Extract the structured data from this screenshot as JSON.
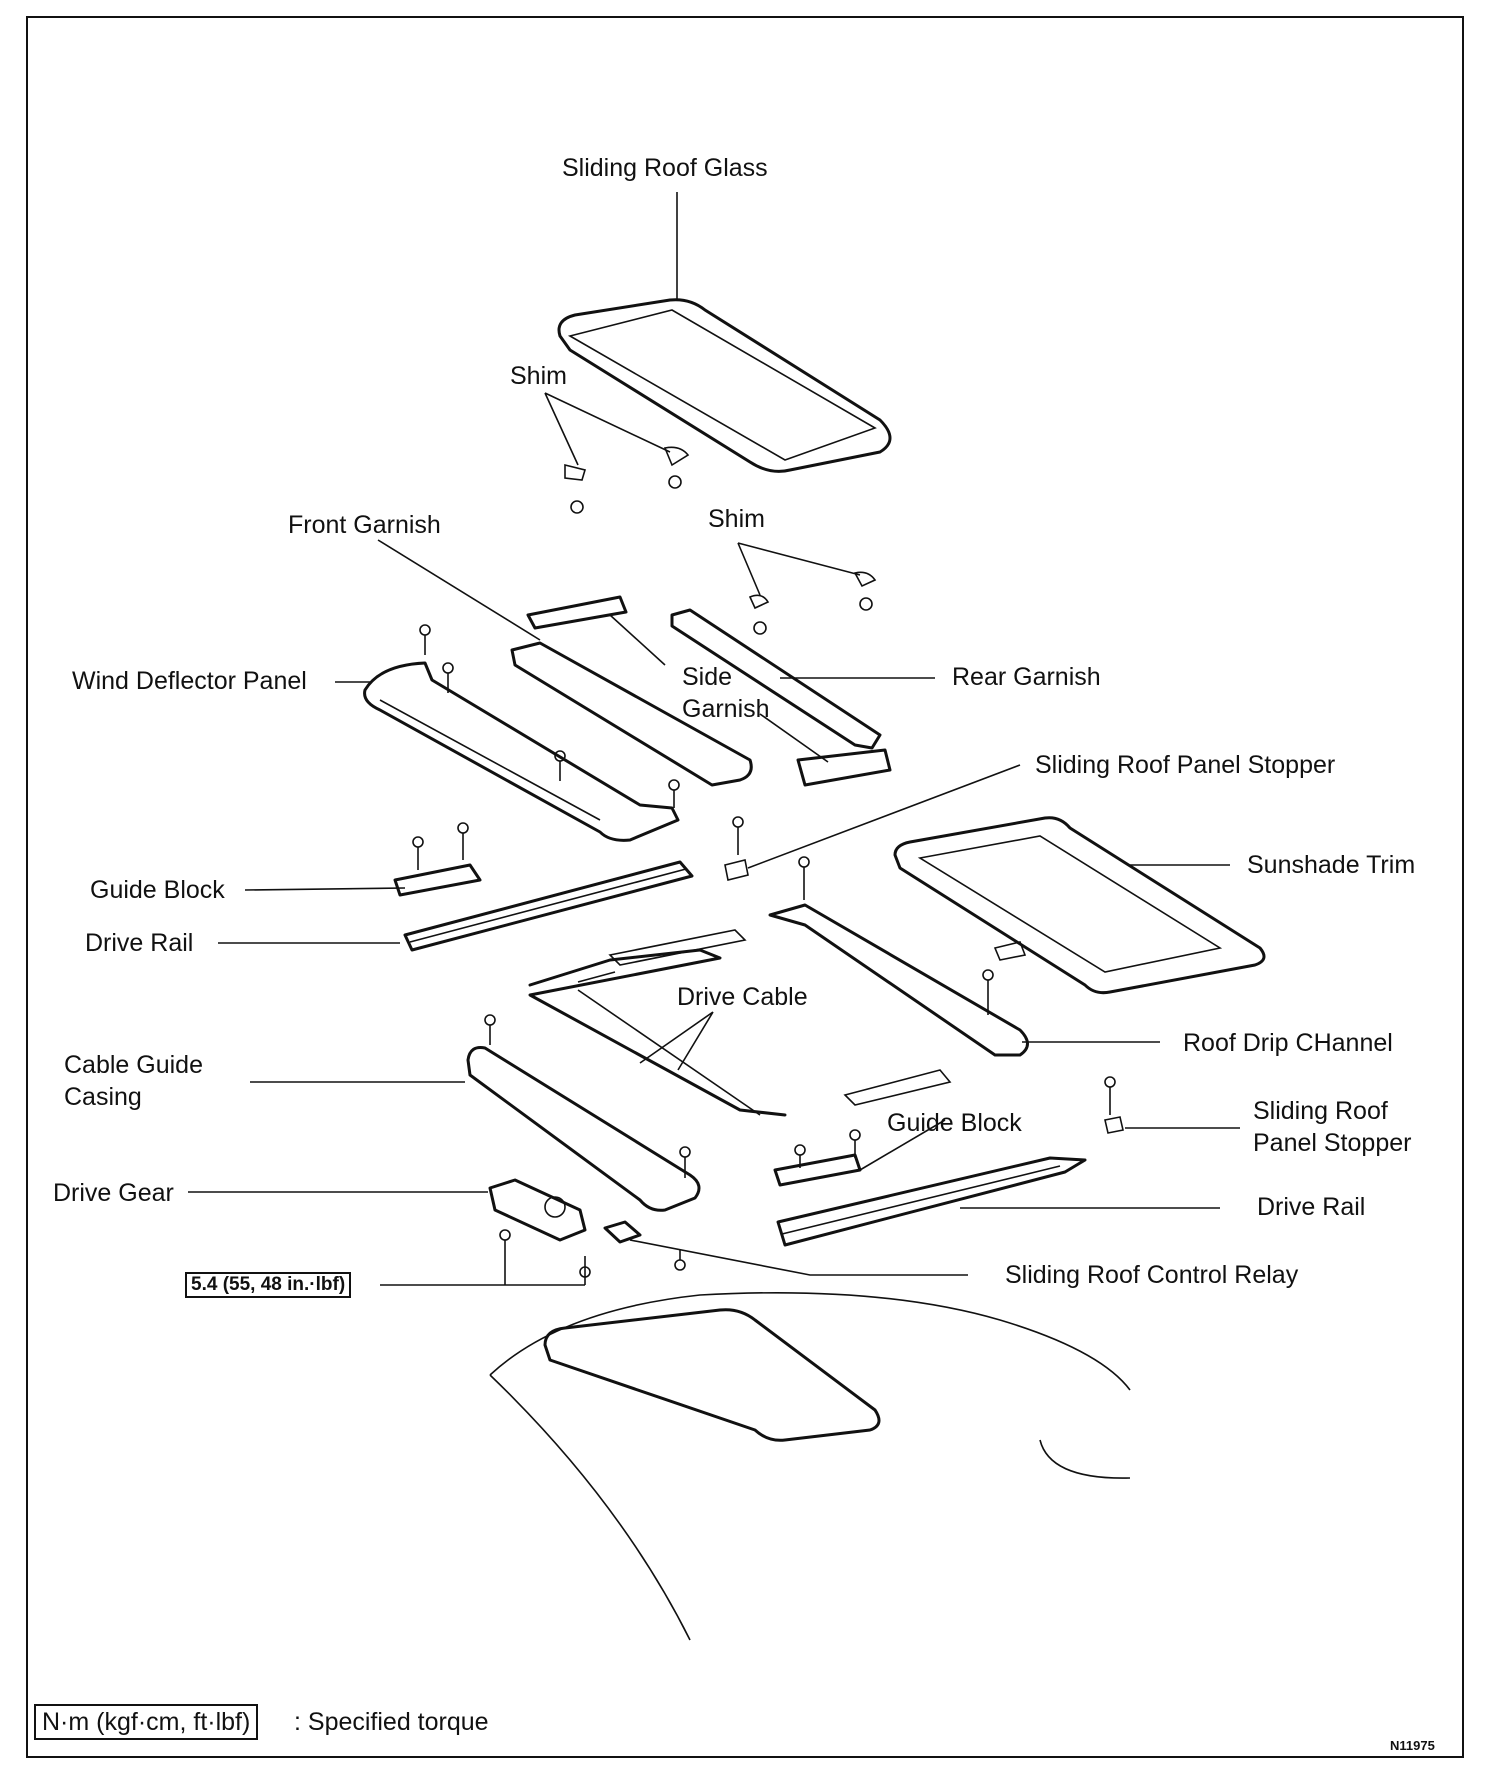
{
  "labels": {
    "sliding_roof_glass": "Sliding Roof Glass",
    "shim_top": "Shim",
    "shim_mid": "Shim",
    "front_garnish": "Front Garnish",
    "wind_deflector_panel": "Wind Deflector Panel",
    "side_garnish_line1": "Side",
    "side_garnish_line2": "Garnish",
    "rear_garnish": "Rear Garnish",
    "sliding_roof_panel_stopper_top": "Sliding Roof Panel Stopper",
    "guide_block_left": "Guide Block",
    "sunshade_trim": "Sunshade Trim",
    "drive_rail_left": "Drive Rail",
    "drive_cable": "Drive Cable",
    "cable_guide_casing_line1": "Cable Guide",
    "cable_guide_casing_line2": "Casing",
    "roof_drip_channel": "Roof Drip CHannel",
    "guide_block_right": "Guide Block",
    "sliding_roof_panel_stopper_right_line1": "Sliding Roof",
    "sliding_roof_panel_stopper_right_line2": "Panel Stopper",
    "drive_gear": "Drive Gear",
    "drive_rail_right": "Drive Rail",
    "sliding_roof_control_relay": "Sliding Roof Control Relay"
  },
  "torque_value": "5.4 (55, 48 in.·lbf)",
  "legend": {
    "unit_box": "N·m (kgf·cm, ft·lbf)",
    "text": ": Specified torque"
  },
  "figure_code": "N11975"
}
